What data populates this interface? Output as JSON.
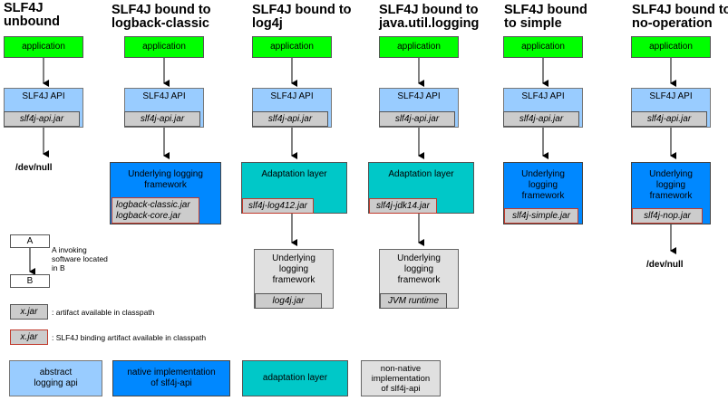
{
  "columns": [
    {
      "title": [
        "SLF4J",
        "unbound"
      ],
      "application": "application",
      "api": "SLF4J API",
      "api_jar": "slf4j-api.jar",
      "devnull": "/dev/null"
    },
    {
      "title": [
        "SLF4J bound to",
        "logback-classic"
      ],
      "application": "application",
      "api": "SLF4J API",
      "api_jar": "slf4j-api.jar",
      "impl": [
        "Underlying logging",
        "framework"
      ],
      "impl_jars": [
        "logback-classic.jar",
        "logback-core.jar"
      ]
    },
    {
      "title": [
        "SLF4J bound to",
        "log4j"
      ],
      "application": "application",
      "api": "SLF4J API",
      "api_jar": "slf4j-api.jar",
      "adapt": "Adaptation layer",
      "adapt_jar": "slf4j-log412.jar",
      "impl": [
        "Underlying",
        "logging",
        "framework"
      ],
      "impl_jar": "log4j.jar"
    },
    {
      "title": [
        "SLF4J bound to",
        "java.util.logging"
      ],
      "application": "application",
      "api": "SLF4J API",
      "api_jar": "slf4j-api.jar",
      "adapt": "Adaptation layer",
      "adapt_jar": "slf4j-jdk14.jar",
      "impl": [
        "Underlying",
        "logging",
        "framework"
      ],
      "impl_jar": "JVM runtime"
    },
    {
      "title": [
        "SLF4J bound",
        "to simple"
      ],
      "application": "application",
      "api": "SLF4J API",
      "api_jar": "slf4j-api.jar",
      "impl": [
        "Underlying",
        "logging",
        "framework"
      ],
      "impl_jar": "slf4j-simple.jar"
    },
    {
      "title": [
        "SLF4J bound to",
        "no-operation"
      ],
      "application": "application",
      "api": "SLF4J API",
      "api_jar": "slf4j-api.jar",
      "impl": [
        "Underlying",
        "logging",
        "framework"
      ],
      "impl_jar": "slf4j-nop.jar",
      "devnull": "/dev/null"
    }
  ],
  "legend": {
    "box_a": "A",
    "box_b": "B",
    "invoking": [
      "A invoking",
      "software located",
      "in B"
    ],
    "artifact_jar": "x.jar",
    "artifact_text": ": artifact available in classpath",
    "binding_jar": "x.jar",
    "binding_text": ": SLF4J binding artifact available in classpath",
    "abstract": [
      "abstract",
      "logging api"
    ],
    "native": [
      "native implementation",
      "of slf4j-api"
    ],
    "adaptation": "adaptation layer",
    "nonnative": [
      "non-native",
      "implementation",
      "of slf4j-api"
    ]
  },
  "colors": {
    "application": "#00ff00",
    "abstract_api": "#99ccff",
    "native": "#0088ff",
    "adaptation": "#00c8c8",
    "nonnative": "#e0e0e0",
    "jar": "#cccccc",
    "binding_border": "#c0392b"
  }
}
